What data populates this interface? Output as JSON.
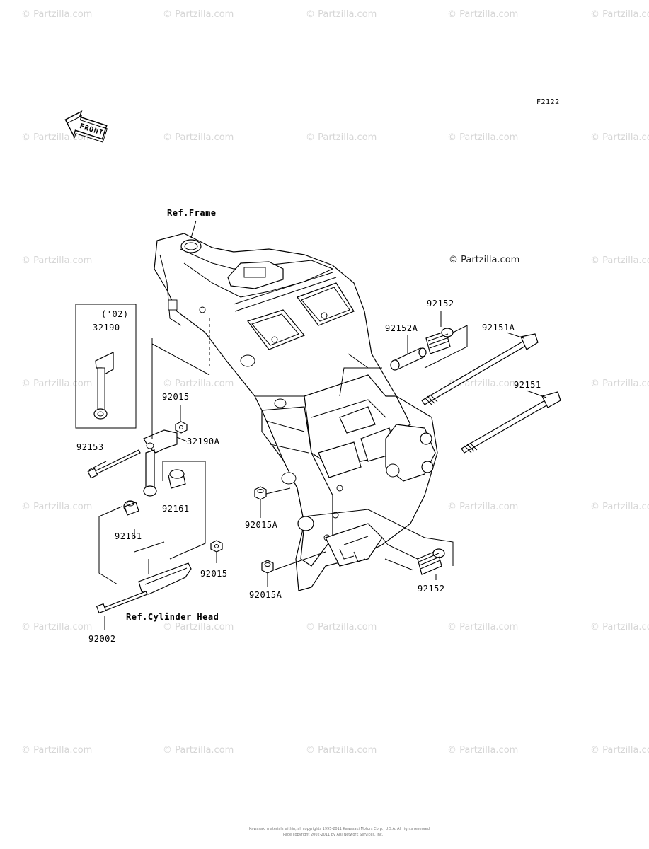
{
  "diagram_id": "F2122",
  "front_label": "FRONT",
  "copyright": "© Partzilla.com",
  "watermark": "© Partzilla.com",
  "footer_line1": "Kawasaki materials within, all copyrights 1995-2011 Kawasaki Motors Corp., U.S.A. All rights reserved.",
  "footer_line2": "Page copyright 2002-2011 by ARI Network Services, Inc.",
  "labels": {
    "ref_frame": "Ref.Frame",
    "ref_cylinder_head": "Ref.Cylinder Head",
    "year_02": "('02)",
    "p32190": "32190",
    "p32190a": "32190A",
    "p92015_top": "92015",
    "p92015_low": "92015",
    "p92153": "92153",
    "p92161_right": "92161",
    "p92161_left": "92161",
    "p92015a_top": "92015A",
    "p92015a_low": "92015A",
    "p92002": "92002",
    "p92152_top": "92152",
    "p92152a": "92152A",
    "p92151a": "92151A",
    "p92151": "92151",
    "p92152_low": "92152"
  }
}
